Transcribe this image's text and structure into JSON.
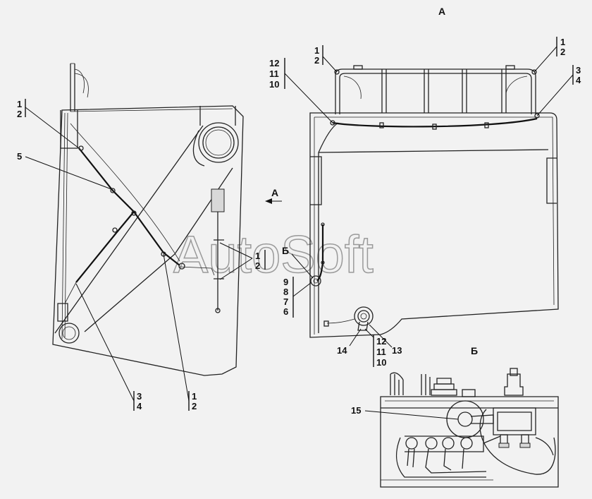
{
  "watermark": "AutoSoft",
  "view_labels": {
    "view_a": "А",
    "view_b_title": "Б",
    "view_b_marker": "Б",
    "arrow_a": "А"
  },
  "callouts": {
    "left_top": [
      "1",
      "2"
    ],
    "left_five": "5",
    "left_mid": [
      "1",
      "2"
    ],
    "left_bottom_a": [
      "3",
      "4"
    ],
    "left_bottom_b": [
      "1",
      "2"
    ],
    "right_top_left_a": [
      "1",
      "2"
    ],
    "right_top_left_b": [
      "12",
      "11",
      "10"
    ],
    "right_top_right_a": [
      "1",
      "2"
    ],
    "right_top_right_b": [
      "3",
      "4"
    ],
    "right_side": [
      "9",
      "8",
      "7",
      "6"
    ],
    "right_bottom_14": "14",
    "right_bottom_13": "13",
    "right_bottom_stack": [
      "12",
      "11",
      "10"
    ],
    "detail_15": "15"
  }
}
